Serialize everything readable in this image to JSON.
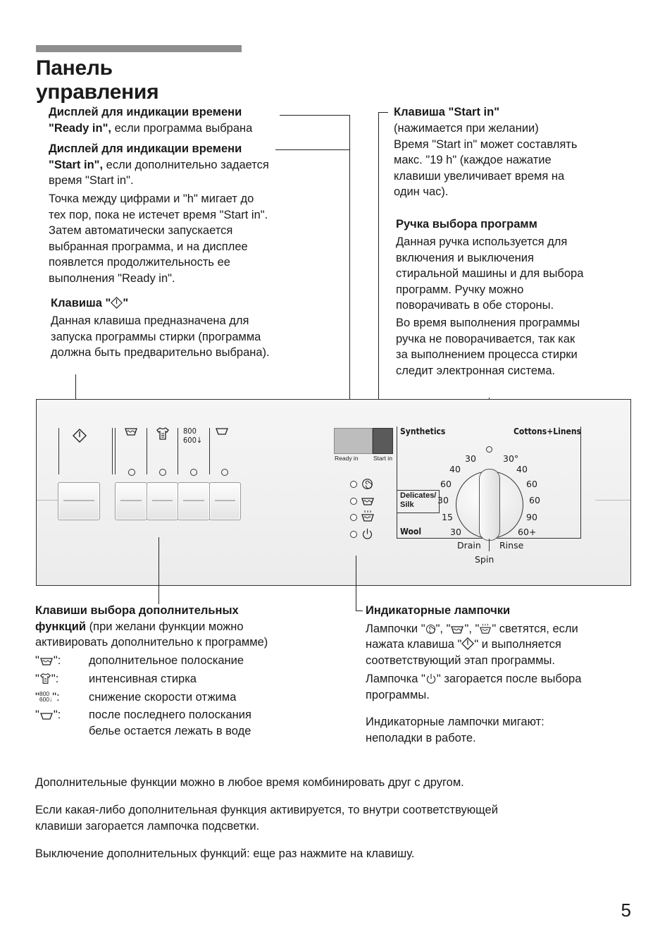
{
  "title": {
    "line1": "Панель",
    "line2": "управления"
  },
  "left_col": {
    "ready_display_head": "Дисплей для индикации времени",
    "ready_display_l2_bold": "\"Ready in\",",
    "ready_display_l2_rest": " если программа выбрана",
    "start_display_head": "Дисплей для индикации времени",
    "start_display_l2_bold": "\"Start in\",",
    "start_display_l2_rest": " если дополнительно задается",
    "start_display_l3": "время \"Start in\".",
    "dot_lines": [
      "Точка между цифрами и \"h\" мигает до",
      "тех пор, пока не истечет время \"Start in\".",
      "Затем автоматически запускается",
      "выбранная программа, и на дисплее",
      "появлется продолжительность ее",
      "выполнения \"Ready in\"."
    ],
    "start_key_head_a": "Клавиша \"",
    "start_key_head_b": "\"",
    "start_key_lines": [
      "Данная клавиша предназначена для",
      "запуска программы стирки (программа",
      "должна быть предварительно выбрана)."
    ]
  },
  "right_col": {
    "startin_key_head": "Клавиша \"Start in\"",
    "startin_key_lines": [
      "(нажимается при желании)",
      "Время \"Start in\" может составлять",
      "макс. \"19 h\" (каждое нажатие",
      "клавиши увеличивает время на",
      "один час)."
    ],
    "knob_head": "Ручка выбора программ",
    "knob_lines": [
      "Данная ручка используется для",
      "включения и выключения",
      "стиральной машины и для выбора",
      "программ. Ручку можно",
      "поворачивать в обе стороны.",
      "Во время выполнения программы",
      "ручка не поворачивается, так как",
      "за выполнением процесса стирки",
      "следит электронная система."
    ]
  },
  "panel": {
    "spin_800": "800",
    "spin_600": "600",
    "ready_in": "Ready in",
    "start_in": "Start in",
    "synthetics": "Synthetics",
    "cottons": "Cottons+Linens",
    "delicates": "Delicates/",
    "silk": "Silk",
    "wool": "Wool",
    "drain": "Drain",
    "rinse": "Rinse",
    "spin": "Spin",
    "t_30a": "30",
    "t_30b": "30°",
    "t_40a": "40",
    "t_40b": "40",
    "t_60a": "60",
    "t_60b": "60",
    "t_30c": "30",
    "t_60c": "60",
    "t_15": "15",
    "t_90": "90",
    "t_30d": "30",
    "t_60plus": "60+"
  },
  "bottom_left": {
    "head1": "Клавиши выбора дополнительных",
    "head2_bold": "функций",
    "head2_rest": " (при желани функции можно",
    "head3": "активировать дополнительно к программе)",
    "q": "\"",
    "qc": "\":",
    "items": [
      "дополнительное полоскание",
      "интенсивная стирка",
      "снижение скорости отжима",
      "после последнего полоскания"
    ],
    "item4_l2": "белье остается лежать в воде",
    "s800": "800",
    "s600": "600"
  },
  "bottom_right": {
    "head": "Индикаторные лампочки",
    "l1_a": "Лампочки \"",
    "l1_b": "\", \"",
    "l1_c": "\", \"",
    "l1_d": "\" светятся, если",
    "l2_a": "нажата клавиша \"",
    "l2_b": "\" и выполняется",
    "l3": "соответствующий этап программы.",
    "l4_a": "Лампочка \"",
    "l4_b": "\" загорается после выбора",
    "l5": "программы.",
    "l6": "Индикаторные лампочки мигают:",
    "l7": "неполадки в работе."
  },
  "footer": {
    "p1": "Дополнительные функции можно в любое время комбинировать друг с другом.",
    "p2a": "Если какая-либо дополнительная функция активируется, то внутри соответствующей",
    "p2b": "клавиши загорается лампочка подсветки.",
    "p3": "Выключение дополнительных функций: еще раз нажмите на клавишу."
  },
  "page_number": "5"
}
